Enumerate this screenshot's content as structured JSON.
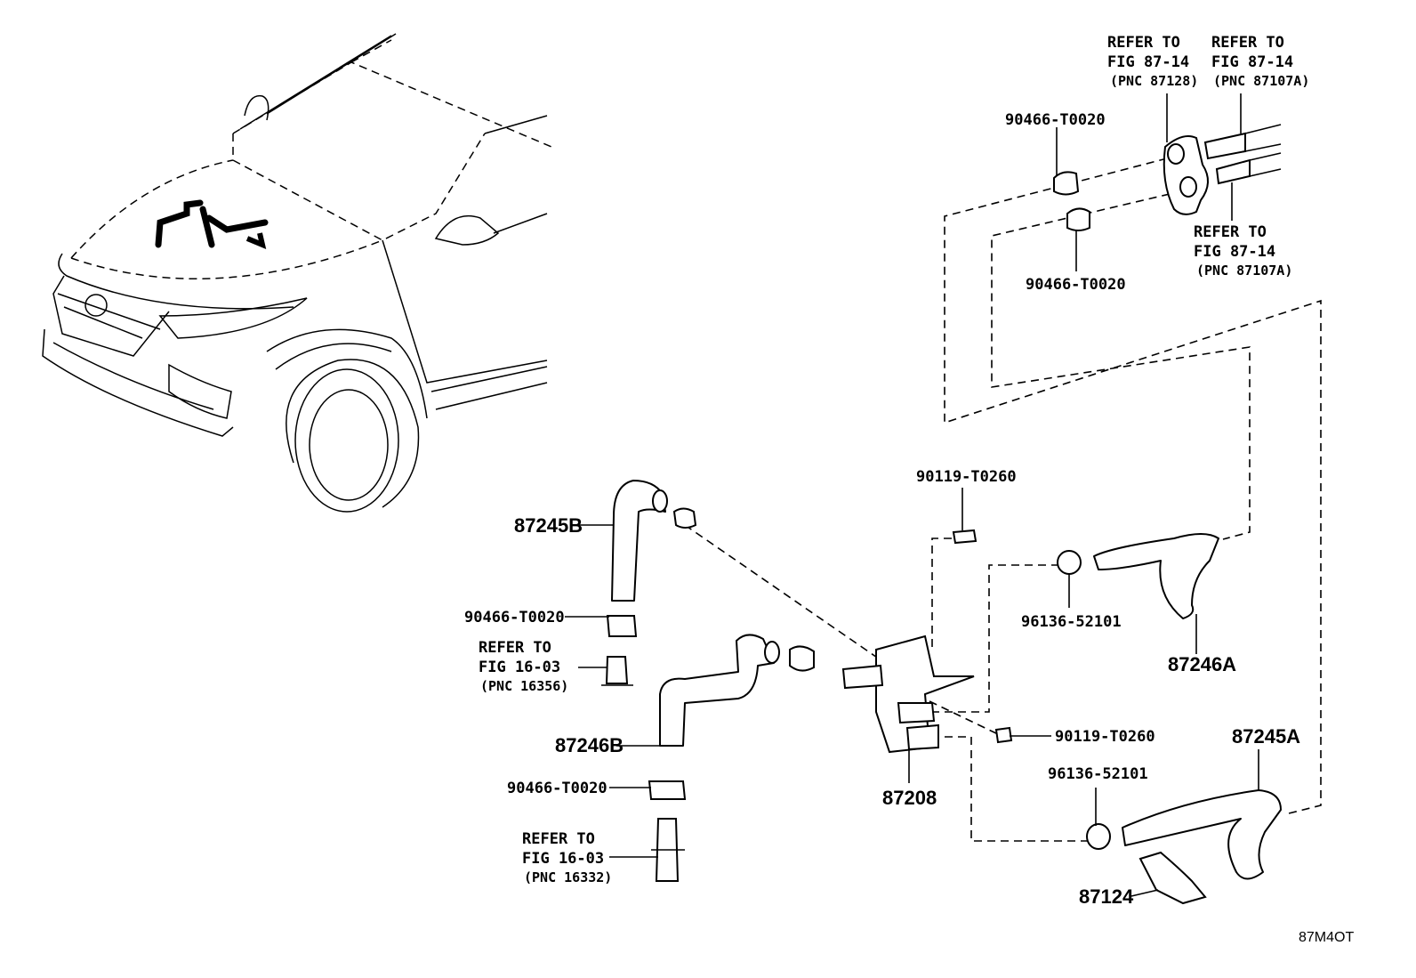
{
  "diagram": {
    "code": "87M4OT",
    "labels": {
      "p87245B": "87245B",
      "p90466_left_top": "90466-T0020",
      "p90466_left_bottom": "90466-T0020",
      "p87246B": "87246B",
      "p90119_top": "90119-T0260",
      "p90119_right": "90119-T0260",
      "p96136_top": "96136-52101",
      "p96136_bottom": "96136-52101",
      "p87246A": "87246A",
      "p87245A": "87245A",
      "p87208": "87208",
      "p87124": "87124",
      "p90466_top_a": "90466-T0020",
      "p90466_top_b": "90466-T0020"
    },
    "refs": {
      "r1": {
        "line1": "REFER TO",
        "line2": "FIG 87-14",
        "line3": "(PNC 87128)"
      },
      "r2": {
        "line1": "REFER TO",
        "line2": "FIG 87-14",
        "line3": "(PNC 87107A)"
      },
      "r3": {
        "line1": "REFER TO",
        "line2": "FIG 87-14",
        "line3": "(PNC 87107A)"
      },
      "r4": {
        "line1": "REFER TO",
        "line2": "FIG 16-03",
        "line3": "(PNC 16356)"
      },
      "r5": {
        "line1": "REFER TO",
        "line2": "FIG 16-03",
        "line3": "(PNC 16332)"
      }
    }
  }
}
